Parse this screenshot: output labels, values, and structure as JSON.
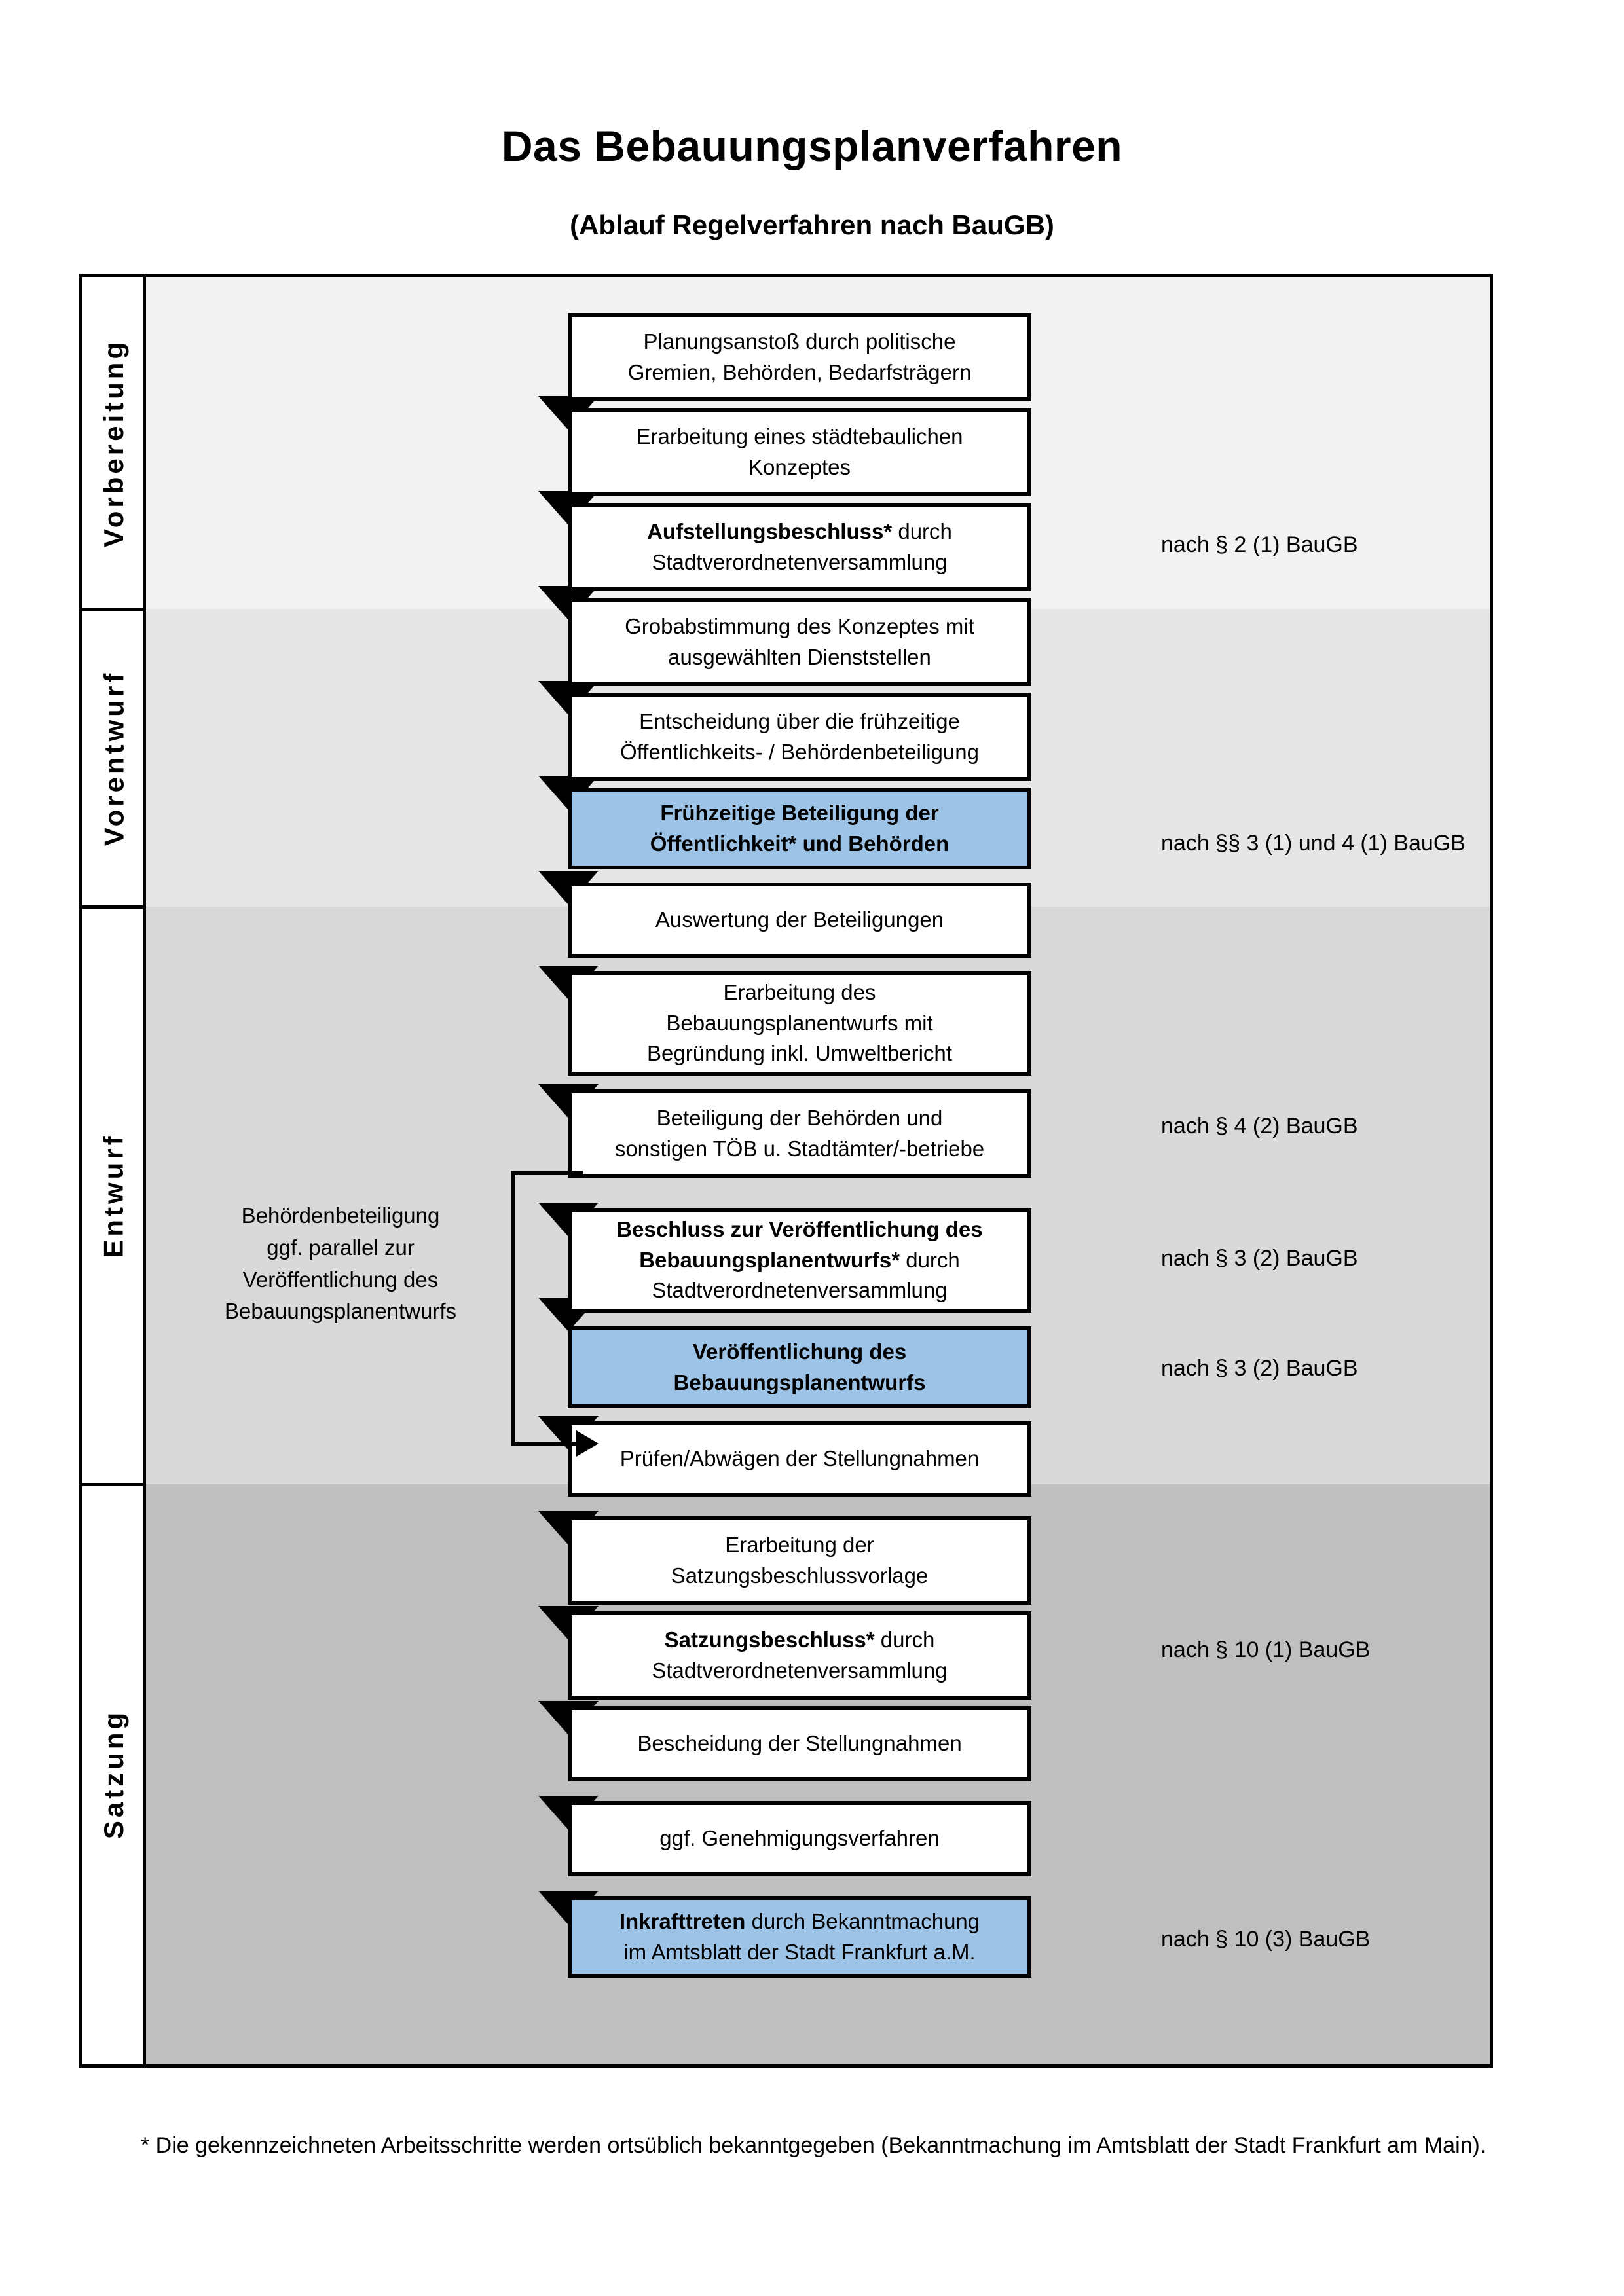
{
  "title": "Das Bebauungsplanverfahren",
  "subtitle": "(Ablauf Regelverfahren nach BauGB)",
  "sections": [
    {
      "label": "Vorbereitung",
      "band_color": "#F2F2F2"
    },
    {
      "label": "Vorentwurf",
      "band_color": "#E6E6E6"
    },
    {
      "label": "Entwurf",
      "band_color": "#D9D9D9"
    },
    {
      "label": "Satzung",
      "band_color": "#BFBFBF"
    }
  ],
  "accent_blue": "#9DC3E6",
  "nodes": [
    {
      "id": "n1",
      "line1": "Planungsanstoß durch politische",
      "line2": "Gremien, Behörden, Bedarfsträgern",
      "highlight": false,
      "bold_prefix": ""
    },
    {
      "id": "n2",
      "line1": "Erarbeitung eines städtebaulichen",
      "line2": "Konzeptes",
      "highlight": false,
      "bold_prefix": ""
    },
    {
      "id": "n3",
      "line1": "Aufstellungsbeschluss* durch",
      "line2": "Stadtverordnetenversammlung",
      "highlight": false,
      "bold_prefix": "Aufstellungsbeschluss*"
    },
    {
      "id": "n4",
      "line1": "Grobabstimmung des Konzeptes mit",
      "line2": "ausgewählten Dienststellen",
      "highlight": false,
      "bold_prefix": ""
    },
    {
      "id": "n5",
      "line1": "Entscheidung über die frühzeitige",
      "line2": "Öffentlichkeits- / Behördenbeteiligung",
      "highlight": false,
      "bold_prefix": ""
    },
    {
      "id": "n6",
      "line1": "Frühzeitige Beteiligung der",
      "line2": "Öffentlichkeit* und Behörden",
      "highlight": true,
      "bold_prefix": "all"
    },
    {
      "id": "n7",
      "line1": "Auswertung der Beteiligungen",
      "line2": "",
      "highlight": false,
      "bold_prefix": ""
    },
    {
      "id": "n8",
      "line1": "Erarbeitung des",
      "line2": "Bebauungsplanentwurfs mit",
      "line3": "Begründung inkl. Umweltbericht",
      "highlight": false,
      "bold_prefix": ""
    },
    {
      "id": "n9",
      "line1": "Beteiligung der Behörden und",
      "line2": "sonstigen TÖB u. Stadtämter/-betriebe",
      "highlight": false,
      "bold_prefix": ""
    },
    {
      "id": "n10",
      "line1": "Beschluss zur Veröffentlichung des",
      "line2": "Bebauungsplanentwurfs* durch",
      "line3": "Stadtverordnetenversammlung",
      "highlight": false,
      "bold_prefix": "Beschluss zur Veröffentlichung des Bebauungsplanentwurfs*"
    },
    {
      "id": "n11",
      "line1": "Veröffentlichung des",
      "line2": "Bebauungsplanentwurfs",
      "highlight": true,
      "bold_prefix": "all"
    },
    {
      "id": "n12",
      "line1": "Prüfen/Abwägen der Stellungnahmen",
      "line2": "",
      "highlight": false,
      "bold_prefix": ""
    },
    {
      "id": "n13",
      "line1": "Erarbeitung der",
      "line2": "Satzungsbeschlussvorlage",
      "highlight": false,
      "bold_prefix": ""
    },
    {
      "id": "n14",
      "line1": "Satzungsbeschluss* durch",
      "line2": "Stadtverordnetenversammlung",
      "highlight": false,
      "bold_prefix": "Satzungsbeschluss*"
    },
    {
      "id": "n15",
      "line1": "Bescheidung der Stellungnahmen",
      "line2": "",
      "highlight": false,
      "bold_prefix": ""
    },
    {
      "id": "n16",
      "line1": "ggf. Genehmigungsverfahren",
      "line2": "",
      "highlight": false,
      "bold_prefix": ""
    },
    {
      "id": "n17",
      "line1": "Inkrafttreten durch Bekanntmachung",
      "line2": "im Amtsblatt der Stadt Frankfurt a.M.",
      "highlight": true,
      "bold_prefix": "Inkrafttreten"
    }
  ],
  "references": [
    {
      "id": "r1",
      "text": "nach § 2 (1) BauGB"
    },
    {
      "id": "r2",
      "text": "nach §§ 3 (1) und 4 (1) BauGB"
    },
    {
      "id": "r3",
      "text": "nach § 4 (2) BauGB"
    },
    {
      "id": "r4",
      "text": "nach § 3 (2) BauGB"
    },
    {
      "id": "r5",
      "text": "nach § 3 (2) BauGB"
    },
    {
      "id": "r6",
      "text": "nach § 10 (1) BauGB"
    },
    {
      "id": "r7",
      "text": "nach § 10 (3) BauGB"
    }
  ],
  "sidenote": {
    "line1": "Behördenbeteiligung",
    "line2": "ggf. parallel zur",
    "line3": "Veröffentlichung des",
    "line4": "Bebauungsplanentwurfs"
  },
  "footnote": "* Die gekennzeichneten Arbeitsschritte werden ortsüblich bekanntgegeben (Bekanntmachung im Amtsblatt  der Stadt Frankfurt am Main)."
}
